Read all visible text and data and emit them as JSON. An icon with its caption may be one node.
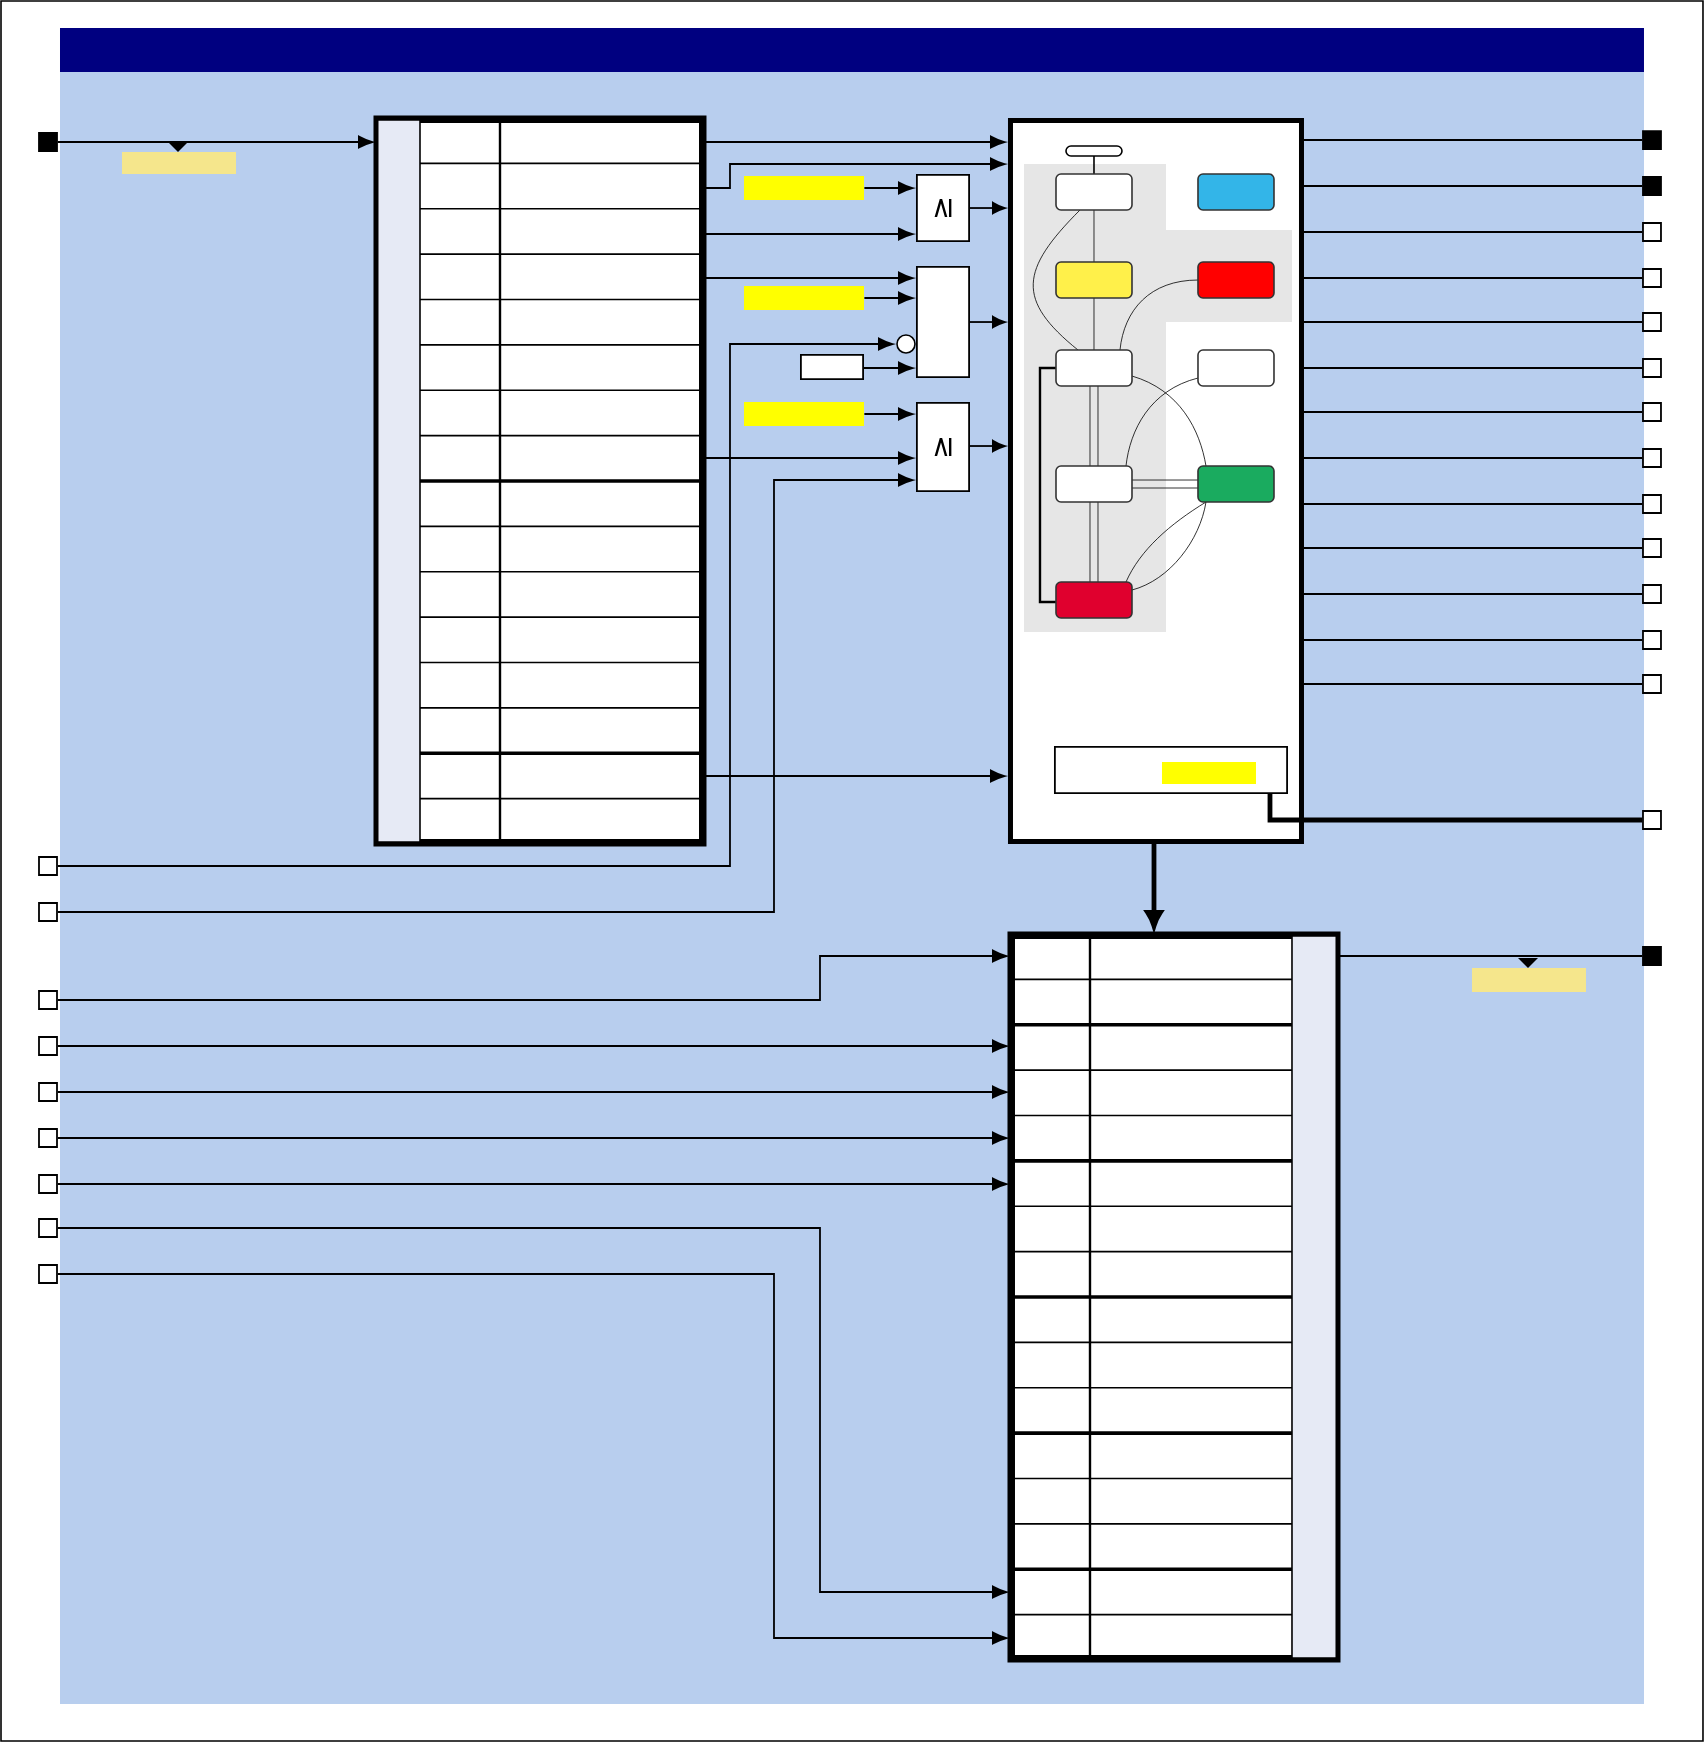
{
  "diagram": {
    "nodes": [
      {
        "text": [],
        "shape": "box"
      },
      {
        "text": [],
        "shape": "box"
      },
      {
        "text": [],
        "shape": "box"
      },
      {
        "text": [
          "≥"
        ]
      },
      {
        "text": [],
        "shape": "box"
      },
      {
        "text": [],
        "shape": "box"
      },
      {
        "text": [],
        "shape": "box"
      },
      {
        "text": [],
        "shape": "box"
      },
      {
        "text": [
          "≥"
        ]
      },
      {
        "text": [],
        "shape": "box"
      },
      {
        "text": [],
        "shape": "box",
        "in": 9
      },
      {
        "text": [],
        "shape": "box"
      },
      {
        "text": [],
        "shape": "box"
      },
      {
        "text": [],
        "shape": "box"
      },
      {
        "text": [],
        "shape": "box"
      },
      {
        "text": [],
        "shape": "box"
      },
      {
        "text": [],
        "shape": "box"
      },
      {
        "text": [],
        "shape": "box"
      },
      {
        "text": [],
        "shape": "box"
      },
      {
        "text": [],
        "shape": "box"
      },
      {
        "text": [],
        "shape": "box"
      },
      {
        "text": [],
        "shape": "box"
      },
      {
        "text": [],
        "shape": "box"
      },
      {
        "text": [],
        "shape": "box"
      },
      {
        "text": [],
        "shape": "box"
      },
      {
        "text": [],
        "shape": "box"
      },
      {
        "text": [],
        "shape": "box"
      },
      {
        "text": [],
        "shape": "box"
      },
      {
        "text": [],
        "shape": "box"
      },
      {
        "text": [],
        "shape": "box"
      },
      {
        "text": [],
        "shape": "box"
      },
      {
        "text": [],
        "shape": "box"
      },
      {
        "text": [],
        "shape": "box"
      },
      {
        "text": [],
        "shape": "box"
      },
      {
        "text": [],
        "shape": "box"
      },
      {
        "text": [],
        "shape": "box"
      }
    ],
    "edges": [
      {
        "from": 0,
        "to": 1,
        "arrow": "to"
      },
      {
        "from": 1,
        "to": 9,
        "arrow": "to"
      },
      {
        "from": 1,
        "to": 9,
        "arrow": "to"
      },
      {
        "from": 2,
        "to": 3,
        "arrow": "to"
      },
      {
        "from": 1,
        "to": 3,
        "arrow": "to"
      },
      {
        "from": 3,
        "to": 9,
        "arrow": "to"
      },
      {
        "from": 1,
        "to": 6,
        "arrow": "to"
      },
      {
        "from": 4,
        "to": 6,
        "arrow": "to"
      },
      {
        "from": 25,
        "to": 6,
        "arrow": "to"
      },
      {
        "from": 5,
        "to": 6,
        "arrow": "to"
      },
      {
        "from": 6,
        "to": 9,
        "arrow": "to"
      },
      {
        "from": 7,
        "to": 8,
        "arrow": "to"
      },
      {
        "from": 1,
        "to": 8,
        "arrow": "to"
      },
      {
        "from": 26,
        "to": 8,
        "arrow": "to"
      },
      {
        "from": 8,
        "to": 9,
        "arrow": "to"
      },
      {
        "from": 1,
        "to": 9,
        "arrow": "to"
      },
      {
        "from": 9,
        "to": 11,
        "arrow": "none"
      },
      {
        "from": 9,
        "to": 12,
        "arrow": "none"
      },
      {
        "from": 9,
        "to": 13,
        "arrow": "none"
      },
      {
        "from": 9,
        "to": 14,
        "arrow": "none"
      },
      {
        "from": 9,
        "to": 15,
        "arrow": "none"
      },
      {
        "from": 9,
        "to": 16,
        "arrow": "none"
      },
      {
        "from": 9,
        "to": 17,
        "arrow": "none"
      },
      {
        "from": 9,
        "to": 18,
        "arrow": "none"
      },
      {
        "from": 9,
        "to": 19,
        "arrow": "none"
      },
      {
        "from": 9,
        "to": 20,
        "arrow": "none"
      },
      {
        "from": 9,
        "to": 21,
        "arrow": "none"
      },
      {
        "from": 9,
        "to": 22,
        "arrow": "none"
      },
      {
        "from": 9,
        "to": 23,
        "arrow": "none"
      },
      {
        "from": 10,
        "to": 24,
        "arrow": "none",
        "style": "thick"
      },
      {
        "from": 9,
        "to": 27,
        "arrow": "to",
        "style": "thick"
      },
      {
        "from": 29,
        "to": 27,
        "arrow": "to"
      },
      {
        "from": 30,
        "to": 27,
        "arrow": "to"
      },
      {
        "from": 31,
        "to": 27,
        "arrow": "to"
      },
      {
        "from": 32,
        "to": 27,
        "arrow": "to"
      },
      {
        "from": 33,
        "to": 27,
        "arrow": "to"
      },
      {
        "from": 34,
        "to": 27,
        "arrow": "to"
      },
      {
        "from": 35,
        "to": 27,
        "arrow": "to"
      },
      {
        "from": 27,
        "to": 28,
        "arrow": "none"
      }
    ]
  }
}
